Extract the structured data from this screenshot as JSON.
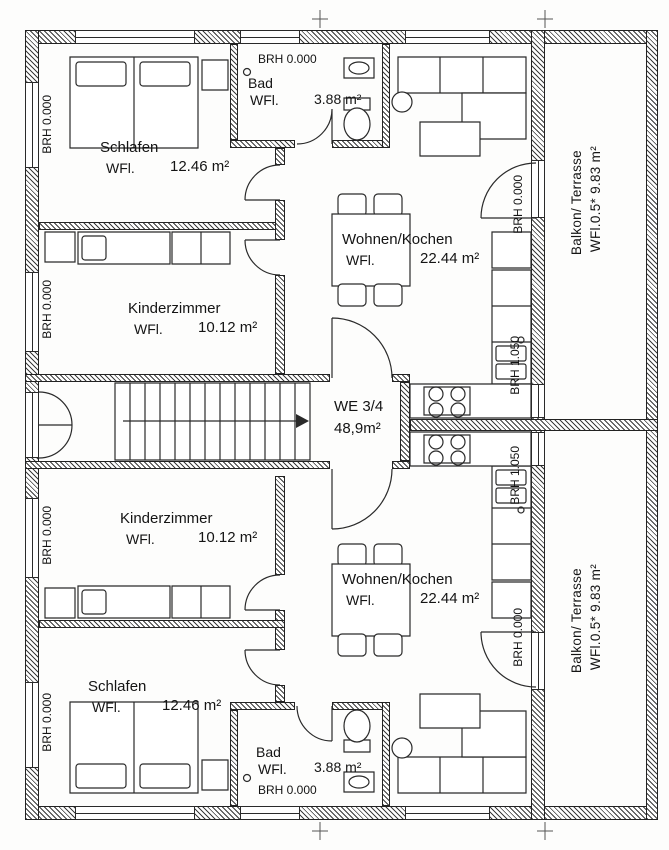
{
  "sills": {
    "brh_0": "BRH 0.000",
    "brh_1050": "BRH 1.050"
  },
  "stairwell": {
    "unit": "WE 3/4",
    "area": "48,9m²"
  },
  "apartments": {
    "top": {
      "schlafen": {
        "name": "Schlafen",
        "wfl": "WFl.",
        "area": "12.46 m²"
      },
      "bad": {
        "name": "Bad",
        "wfl": "WFl.",
        "area": "3.88 m²"
      },
      "wohnen": {
        "name": "Wohnen/Kochen",
        "wfl": "WFl.",
        "area": "22.44 m²"
      },
      "kinderzimmer": {
        "name": "Kinderzimmer",
        "wfl": "WFl.",
        "area": "10.12 m²"
      },
      "balkon": {
        "name": "Balkon/ Terrasse",
        "detail": "WFl.0.5*  9.83 m²"
      }
    },
    "bottom": {
      "schlafen": {
        "name": "Schlafen",
        "wfl": "WFl.",
        "area": "12.46 m²"
      },
      "bad": {
        "name": "Bad",
        "wfl": "WFl.",
        "area": "3.88 m²"
      },
      "wohnen": {
        "name": "Wohnen/Kochen",
        "wfl": "WFl.",
        "area": "22.44 m²"
      },
      "kinderzimmer": {
        "name": "Kinderzimmer",
        "wfl": "WFl.",
        "area": "10.12 m²"
      },
      "balkon": {
        "name": "Balkon/ Terrasse",
        "detail": "WFl.0.5*  9.83 m²"
      }
    }
  }
}
